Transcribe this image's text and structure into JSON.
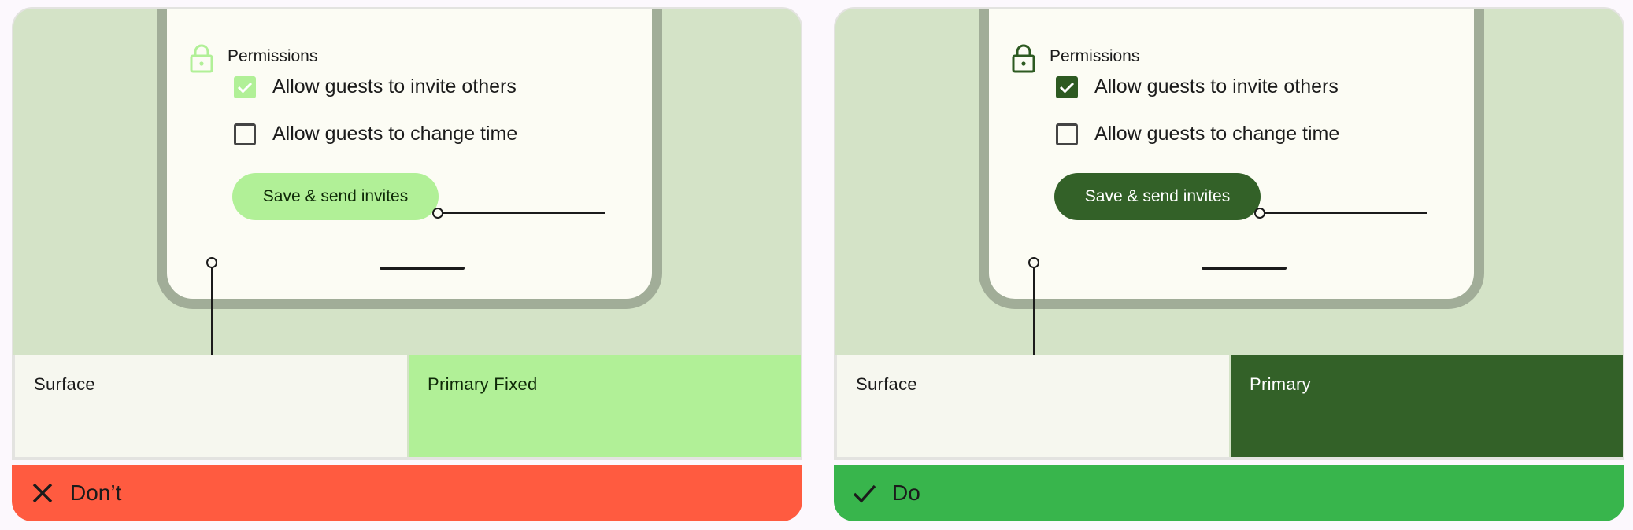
{
  "colors": {
    "background": "#fcf8fd",
    "scene": "#d4e3c7",
    "phone_surface": "#fcfcf4",
    "phone_frame": "#a1ad98",
    "surface_swatch": "#f6f7ef",
    "primary_fixed": "#b1f097",
    "primary": "#336128",
    "dont_red": "#ff5b40",
    "do_green": "#38b54c"
  },
  "dont_card": {
    "permissions_title": "Permissions",
    "permissions_icon": "lock-icon",
    "options": [
      {
        "label": "Allow guests to invite others",
        "checked": true
      },
      {
        "label": "Allow guests to change time",
        "checked": false
      }
    ],
    "button_label": "Save & send invites",
    "swatch_surface": "Surface",
    "swatch_button": "Primary Fixed",
    "verdict_icon": "close-icon",
    "verdict_label": "Don’t"
  },
  "do_card": {
    "permissions_title": "Permissions",
    "permissions_icon": "lock-icon",
    "options": [
      {
        "label": "Allow guests to invite others",
        "checked": true
      },
      {
        "label": "Allow guests to change time",
        "checked": false
      }
    ],
    "button_label": "Save & send invites",
    "swatch_surface": "Surface",
    "swatch_button": "Primary",
    "verdict_icon": "check-icon",
    "verdict_label": "Do"
  }
}
